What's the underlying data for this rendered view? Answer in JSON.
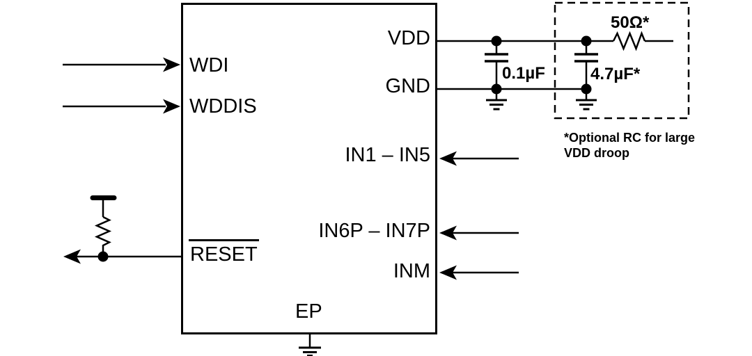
{
  "figure": {
    "description": "IC application circuit diagram with watchdog and voltage-monitor pins"
  },
  "ic": {
    "pin_wdi": "WDI",
    "pin_wddis": "WDDIS",
    "pin_reset": "RESET",
    "pin_vdd": "VDD",
    "pin_gnd": "GND",
    "pin_in1_in5": "IN1 – IN5",
    "pin_in6p_in7p": "IN6P – IN7P",
    "pin_inm": "INM",
    "pin_ep": "EP"
  },
  "components": {
    "bypass_capacitor": "0.1µF",
    "bulk_capacitor": "4.7µF*",
    "series_resistor": "50Ω*"
  },
  "note": {
    "line1": "*Optional RC for large",
    "line2": "VDD droop"
  },
  "colors": {
    "line": "#000000",
    "background": "#ffffff"
  }
}
